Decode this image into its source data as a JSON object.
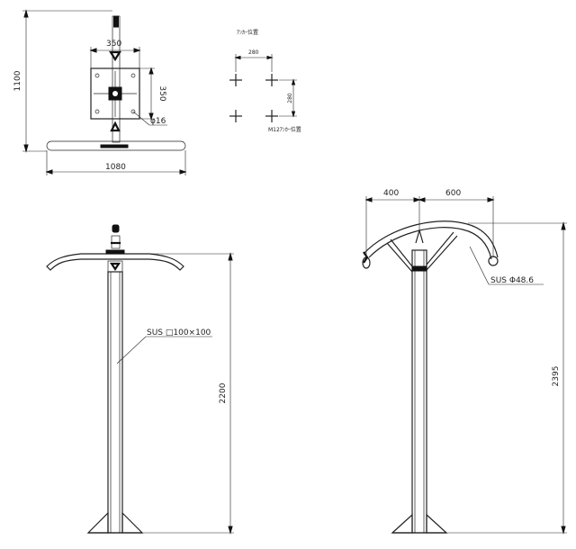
{
  "plan_view": {
    "height_dim": "1100",
    "plate_width_dim": "350",
    "plate_height_dim": "350",
    "hole_diameter": "φ16",
    "base_length_dim": "1080"
  },
  "anchor_layout": {
    "title": "ｱﾝｶｰ位置",
    "spacing_x": "280",
    "spacing_y": "280",
    "bolt_label": "M12ｱﾝｶｰ位置"
  },
  "front_elevation": {
    "material_label": "SUS □100×100",
    "height_dim": "2200"
  },
  "side_elevation": {
    "left_reach_dim": "400",
    "right_reach_dim": "600",
    "arch_material_label": "SUS Φ48.6",
    "total_height_dim": "2395"
  }
}
